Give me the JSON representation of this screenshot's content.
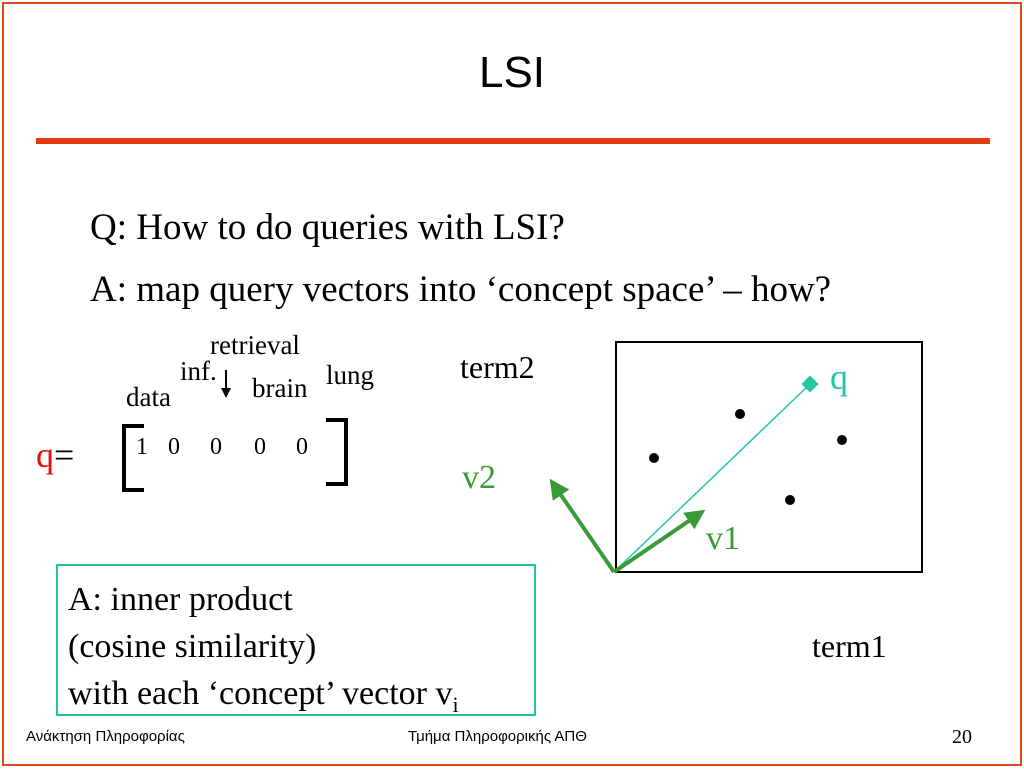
{
  "title": "LSI",
  "bullets": {
    "question": "Q: How to do queries with LSI?",
    "answer": "A: map query vectors into ‘concept space’ – how?"
  },
  "matrix": {
    "terms": {
      "data": "data",
      "inf": "inf.",
      "retrieval": "retrieval",
      "brain": "brain",
      "lung": "lung"
    },
    "query_label": "q",
    "equals": "=",
    "values": [
      "1",
      "0",
      "0",
      "0",
      "0"
    ]
  },
  "plot": {
    "axis_y_label": "term2",
    "axis_x_label": "term1",
    "v1_label": "v1",
    "v2_label": "v2",
    "q_label": "q",
    "colors": {
      "vectors": "#3a9a35",
      "query": "#1fc7a5",
      "labels_v": "#3a9a35"
    }
  },
  "answer_box": {
    "line1": "A: inner product",
    "line2": "(cosine similarity)",
    "line3": "with each ‘concept’ vector v",
    "line3_sub": "i"
  },
  "footer": {
    "left": "Ανάκτηση Πληροφορίας",
    "center": "Τμήμα Πληροφορικής ΑΠΘ",
    "page": "20"
  }
}
